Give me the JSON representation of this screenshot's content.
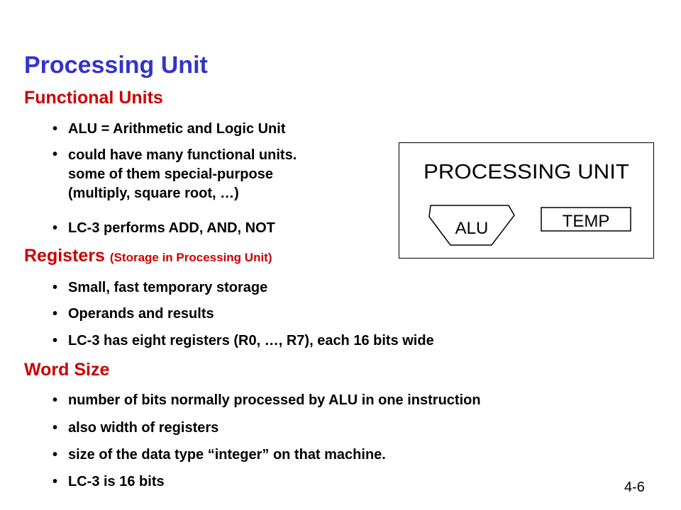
{
  "title": "Processing Unit",
  "sections": {
    "functional_units": {
      "heading": "Functional Units",
      "bullets": [
        "ALU = Arithmetic and Logic Unit",
        "could have many functional units.\nsome of them special-purpose\n(multiply, square root, …)",
        "LC-3 performs ADD, AND, NOT"
      ]
    },
    "registers": {
      "heading": "Registers",
      "subheading": "(Storage in Processing Unit)",
      "bullets": [
        "Small, fast temporary storage",
        "Operands and results",
        "LC-3 has eight registers (R0, …, R7), each 16 bits wide"
      ]
    },
    "word_size": {
      "heading": "Word Size",
      "bullets": [
        "number of bits normally processed by ALU in one instruction",
        "also width of registers",
        "size of the data type “integer” on that machine.",
        "LC-3 is 16 bits"
      ]
    }
  },
  "bullet_glyph": "•",
  "diagram": {
    "title": "PROCESSING UNIT",
    "alu_label": "ALU",
    "temp_label": "TEMP"
  },
  "page_number": "4-6",
  "colors": {
    "title": "#3333cc",
    "section_heading": "#cc0000",
    "text": "#000000"
  }
}
